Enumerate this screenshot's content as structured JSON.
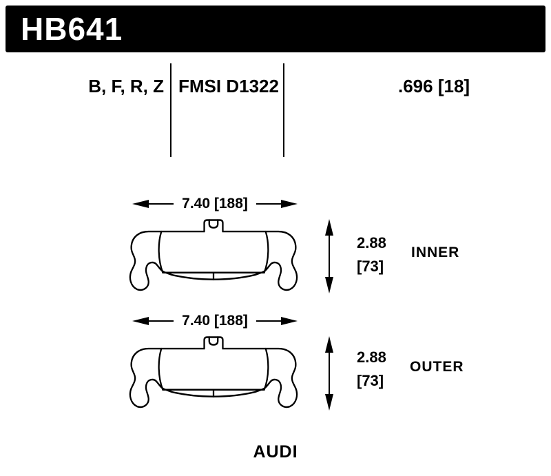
{
  "header": {
    "part_number": "HB641"
  },
  "specs": {
    "compounds": "B, F, R, Z",
    "fmsi": "FMSI D1322",
    "thickness": ".696 [18]"
  },
  "diagrams": {
    "inner": {
      "width_dim": "7.40 [188]",
      "height_in": "2.88",
      "height_mm": "[73]",
      "label": "INNER"
    },
    "outer": {
      "width_dim": "7.40 [188]",
      "height_in": "2.88",
      "height_mm": "[73]",
      "label": "OUTER"
    }
  },
  "footer": {
    "vehicle": "AUDI"
  },
  "icons": {
    "arrow-left-icon": "css-triangle-left",
    "arrow-right-icon": "css-triangle-right",
    "arrow-up-icon": "css-triangle-up",
    "arrow-down-icon": "css-triangle-down",
    "brake-pad-outline-icon": "inline-svg-line-drawing"
  },
  "colors": {
    "header_bg": "#000000",
    "header_text": "#ffffff",
    "line": "#000000",
    "background": "#ffffff"
  }
}
